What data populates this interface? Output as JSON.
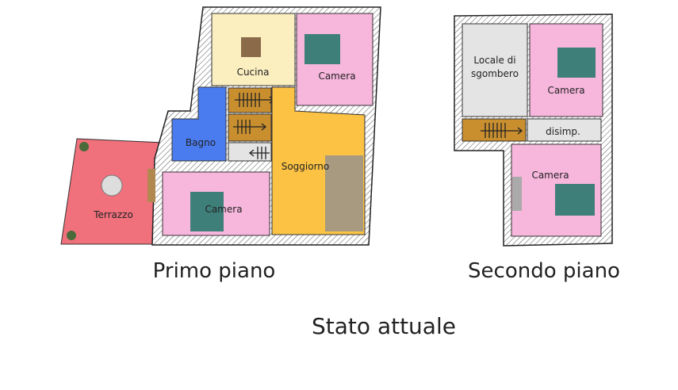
{
  "first_floor": {
    "caption": "Primo piano",
    "rooms": {
      "kitchen": "Cucina",
      "bedroom_top": "Camera",
      "bathroom": "Bagno",
      "living": "Soggiorno",
      "bedroom_bottom": "Camera",
      "terrace": "Terrazzo"
    }
  },
  "second_floor": {
    "caption": "Secondo piano",
    "rooms": {
      "storage_line1": "Locale di",
      "storage_line2": "sgombero",
      "bedroom_top": "Camera",
      "hallway": "disimp.",
      "bedroom_bottom": "Camera"
    }
  },
  "title": "Stato attuale",
  "colors": {
    "kitchen": "#fbefc0",
    "bedroom": "#f7b6dc",
    "bathroom": "#4a7cf0",
    "living": "#fbc244",
    "terrace": "#f0707c",
    "stairs": "#c98f2f",
    "storage": "#e4e4e4",
    "bed": "#3f7f7a"
  }
}
